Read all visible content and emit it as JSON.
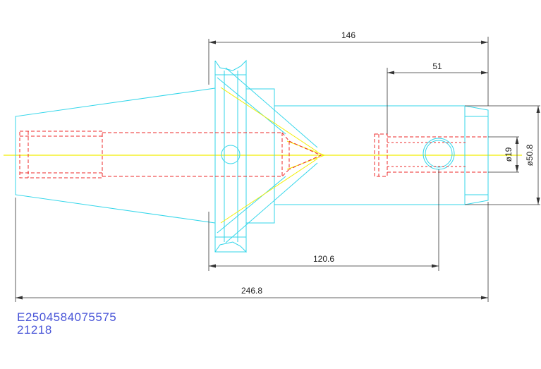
{
  "colors": {
    "outline": "#33d6ea",
    "hidden": "#ee2a2a",
    "centerline": "#f2ee00",
    "dimension": "#333333",
    "part_code": "#4a56d8"
  },
  "dimensions": {
    "overall_length": "246.8",
    "shank_length": "146",
    "bore_depth": "51",
    "gauge_to_hole": "120.6",
    "bore_diameter": "ø19",
    "outer_diameter": "ø50.8"
  },
  "part_info": {
    "code": "E2504584075575",
    "number": "21218"
  }
}
